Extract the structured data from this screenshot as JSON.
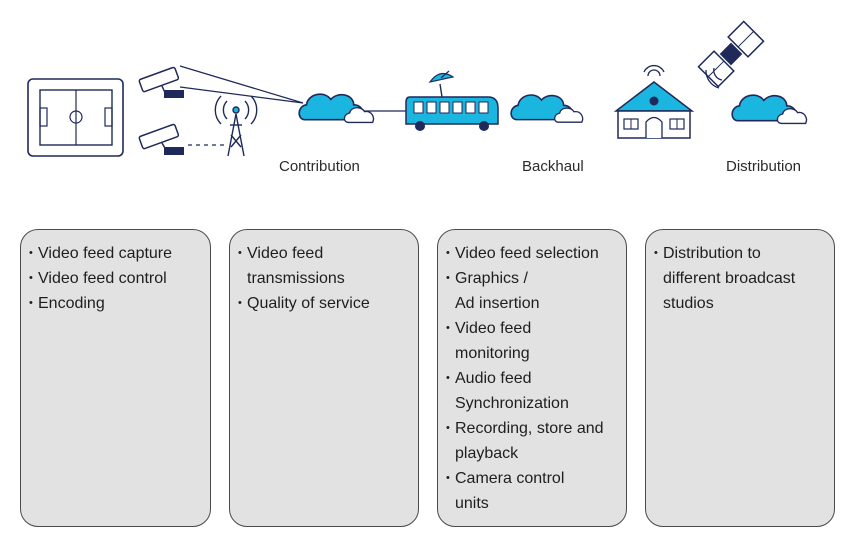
{
  "stages": [
    {
      "id": "contribution",
      "label": "Contribution"
    },
    {
      "id": "backhaul",
      "label": "Backhaul"
    },
    {
      "id": "distribution",
      "label": "Distribution"
    }
  ],
  "cards": [
    {
      "items": [
        "Video feed capture",
        "Video feed control",
        "Encoding"
      ]
    },
    {
      "items": [
        "Video feed transmissions",
        "Quality of service"
      ]
    },
    {
      "items": [
        "Video feed selection",
        "Graphics / Ad insertion",
        "Video feed monitoring",
        "Audio feed Synchronization",
        "Recording, store and playback",
        "Camera control units"
      ]
    },
    {
      "items": [
        "Distribution to different broadcast studios"
      ]
    }
  ],
  "icons": [
    "stadium-field-icon",
    "camera-icon",
    "cell-tower-icon",
    "cloud-icon",
    "ob-van-bus-icon",
    "house-icon",
    "satellite-icon"
  ],
  "colors": {
    "accent": "#1ab6e0",
    "navy": "#1f2a5a",
    "card_fill": "#e2e2e2",
    "card_border": "#4a4a4a"
  }
}
